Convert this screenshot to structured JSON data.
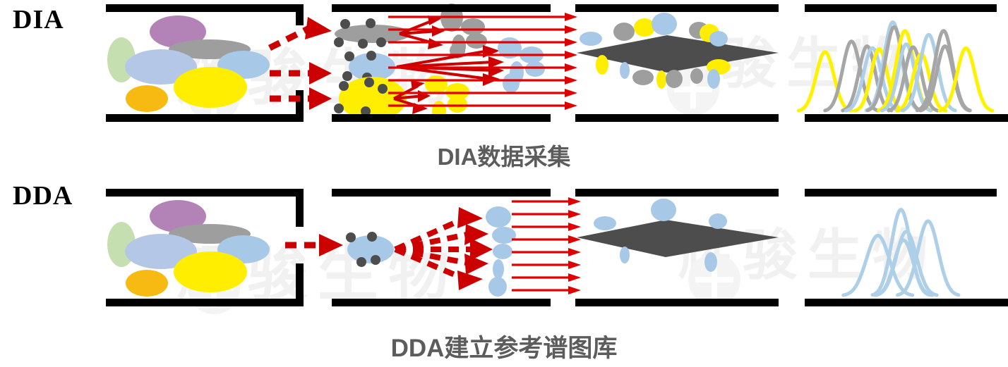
{
  "rows": [
    {
      "id": "dia",
      "label": "DIA",
      "caption": "DIA数据采集",
      "caption_color": "#5c5c5c"
    },
    {
      "id": "dda",
      "label": "DDA",
      "caption": "DDA建立参考谱图库",
      "caption_color": "#5c5c5c"
    }
  ],
  "palette": {
    "purple": "#b382b6",
    "green": "#c5dfb0",
    "gray": "#9e9e9e",
    "blue": "#a8c8e8",
    "light_blue": "#a9cbea",
    "yellow": "#ffee00",
    "orange": "#f7ba12",
    "lavender": "#b5c7e7",
    "dark_dot": "#4d4d4d",
    "arrow_red": "#cc0000",
    "thin_arrow_red": "#e00000",
    "diamond": "#4d4d4d",
    "panel_border": "#000000",
    "peak_yellow": "#fff200",
    "peak_gray": "#a6a6a6",
    "peak_blue": "#aecfe8",
    "watermark": "#f1f1f1"
  },
  "panels": {
    "dia": [
      {
        "name": "sample-mixture-panel",
        "title": "sample mixture of intact proteins"
      },
      {
        "name": "dia-fragmentation-panel",
        "title": "all precursors co-fragmented in wide windows"
      },
      {
        "name": "dia-detector-panel",
        "title": "mass analyzer detection"
      },
      {
        "name": "dia-chromatogram-panel",
        "title": "multiplexed fragment ion chromatograms"
      }
    ],
    "dda": [
      {
        "name": "sample-mixture-panel",
        "title": "sample mixture of intact proteins"
      },
      {
        "name": "dda-fragmentation-panel",
        "title": "single precursor selected and fragmented"
      },
      {
        "name": "dda-detector-panel",
        "title": "mass analyzer detection"
      },
      {
        "name": "dda-chromatogram-panel",
        "title": "single precursor chromatograms"
      }
    ]
  },
  "watermark": {
    "text_top": "辉骏生物",
    "text_bottom": "辉骏生物"
  },
  "chart_data": [
    {
      "type": "line",
      "name": "dia-chromatogram",
      "title": "DIA multiplexed chromatogram",
      "xlabel": "",
      "ylabel": "",
      "grid": false,
      "legend": "none",
      "xlim": [
        0,
        300
      ],
      "ylim": [
        0,
        100
      ],
      "series": [
        {
          "name": "yellow-1",
          "color": "#fff200",
          "center": 30,
          "height": 62,
          "width": 13
        },
        {
          "name": "gray-1",
          "color": "#a6a6a6",
          "center": 69,
          "height": 73,
          "width": 13
        },
        {
          "name": "gray-2",
          "color": "#a6a6a6",
          "center": 92,
          "height": 68,
          "width": 12
        },
        {
          "name": "blue-1",
          "color": "#aecfe8",
          "center": 100,
          "height": 66,
          "width": 13
        },
        {
          "name": "yellow-2",
          "color": "#fff200",
          "center": 110,
          "height": 65,
          "width": 12
        },
        {
          "name": "blue-2",
          "color": "#aecfe8",
          "center": 130,
          "height": 93,
          "width": 13
        },
        {
          "name": "gray-3",
          "color": "#a6a6a6",
          "center": 132,
          "height": 88,
          "width": 13
        },
        {
          "name": "yellow-3",
          "color": "#fff200",
          "center": 148,
          "height": 84,
          "width": 13
        },
        {
          "name": "blue-3",
          "color": "#aecfe8",
          "center": 150,
          "height": 70,
          "width": 12
        },
        {
          "name": "gray-4",
          "color": "#a6a6a6",
          "center": 160,
          "height": 67,
          "width": 12
        },
        {
          "name": "yellow-4",
          "color": "#fff200",
          "center": 172,
          "height": 60,
          "width": 12
        },
        {
          "name": "blue-4",
          "color": "#aecfe8",
          "center": 183,
          "height": 80,
          "width": 13
        },
        {
          "name": "gray-5",
          "color": "#a6a6a6",
          "center": 205,
          "height": 84,
          "width": 13
        },
        {
          "name": "gray-6",
          "color": "#a6a6a6",
          "center": 207,
          "height": 68,
          "width": 12
        },
        {
          "name": "yellow-5",
          "color": "#fff200",
          "center": 238,
          "height": 66,
          "width": 13
        }
      ]
    },
    {
      "type": "line",
      "name": "dda-chromatogram",
      "title": "DDA single-precursor chromatogram",
      "xlabel": "",
      "ylabel": "",
      "grid": false,
      "legend": "none",
      "xlim": [
        0,
        300
      ],
      "ylim": [
        0,
        100
      ],
      "series": [
        {
          "name": "blue-1",
          "color": "#aecfe8",
          "center": 108,
          "height": 63,
          "width": 17
        },
        {
          "name": "blue-2",
          "color": "#aecfe8",
          "center": 142,
          "height": 90,
          "width": 14
        },
        {
          "name": "blue-3",
          "color": "#aecfe8",
          "center": 146,
          "height": 58,
          "width": 14
        },
        {
          "name": "blue-4",
          "color": "#aecfe8",
          "center": 150,
          "height": 67,
          "width": 15
        },
        {
          "name": "blue-5",
          "color": "#aecfe8",
          "center": 182,
          "height": 78,
          "width": 15
        }
      ]
    }
  ]
}
